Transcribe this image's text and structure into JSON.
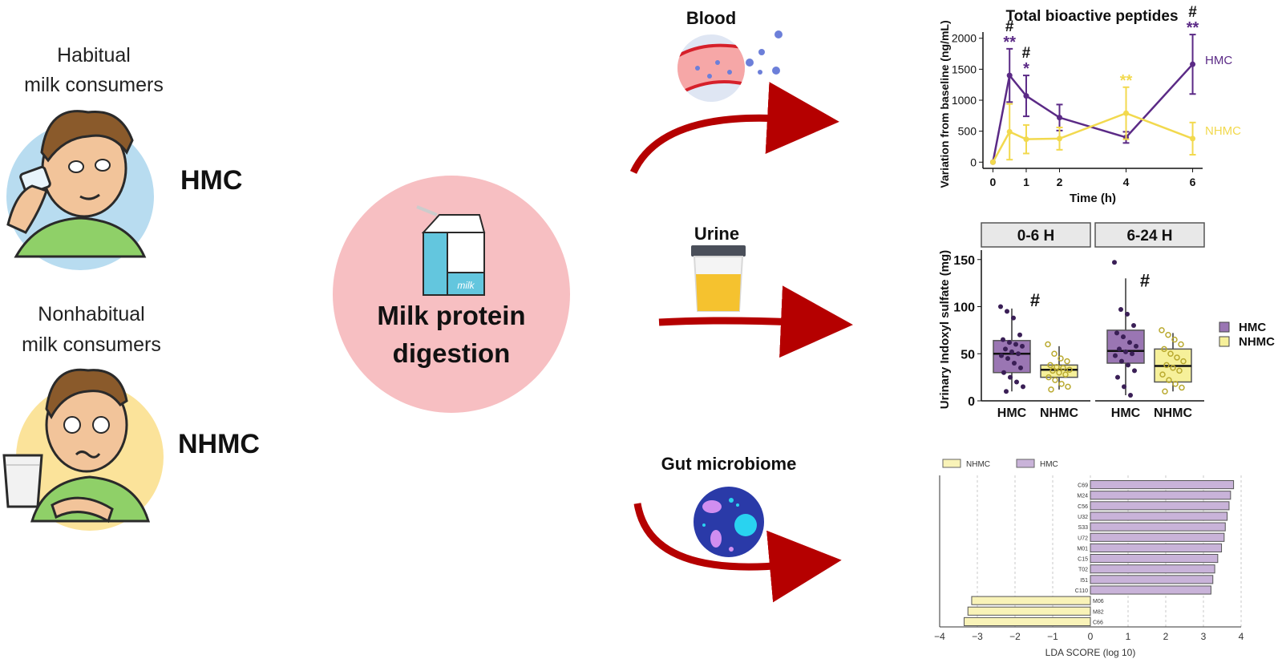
{
  "left": {
    "hmc_title_line1": "Habitual",
    "hmc_title_line2": "milk consumers",
    "hmc_abbr": "HMC",
    "nhmc_title_line1": "Nonhabitual",
    "nhmc_title_line2": "milk consumers",
    "nhmc_abbr": "NHMC"
  },
  "center": {
    "carton_text": "milk",
    "label_line1": "Milk protein",
    "label_line2": "digestion"
  },
  "compartments": {
    "blood": "Blood",
    "urine": "Urine",
    "gut": "Gut microbiome"
  },
  "colors": {
    "hmc": "#5b2a86",
    "nhmc": "#f2d94e",
    "hmc_box": "#9a76b3",
    "nhmc_box": "#f6f09a",
    "lda_hmc": "#c9b3d9",
    "lda_nhmc": "#f9f3b8",
    "arrow": "#b50000",
    "circle": "#f7bfc2"
  },
  "chart_data": [
    {
      "type": "line",
      "title": "Total bioactive peptides",
      "xlabel": "Time (h)",
      "ylabel": "Variation from baseline (ng/mL)",
      "xticks": [
        0,
        1,
        2,
        4,
        6
      ],
      "yticks": [
        0,
        500,
        1000,
        1500,
        2000
      ],
      "xlim": [
        -0.3,
        6.3
      ],
      "ylim": [
        -100,
        2100
      ],
      "series": [
        {
          "name": "HMC",
          "x": [
            0,
            0.5,
            1,
            2,
            4,
            6
          ],
          "y": [
            0,
            1400,
            1070,
            720,
            400,
            1580
          ],
          "err": [
            0,
            430,
            330,
            210,
            90,
            480
          ],
          "sig": [
            {
              "x": 0.5,
              "text": "**"
            },
            {
              "x": 1,
              "text": "*"
            },
            {
              "x": 6,
              "text": "**"
            }
          ]
        },
        {
          "name": "NHMC",
          "x": [
            0,
            0.5,
            1,
            2,
            4,
            6
          ],
          "y": [
            0,
            490,
            370,
            380,
            790,
            380
          ],
          "err": [
            0,
            450,
            230,
            180,
            420,
            260
          ],
          "sig": [
            {
              "x": 4,
              "text": "**"
            }
          ]
        }
      ],
      "between_group_marks": [
        {
          "x": 0.5,
          "text": "#"
        },
        {
          "x": 1,
          "text": "#"
        },
        {
          "x": 6,
          "text": "#"
        }
      ]
    },
    {
      "type": "box",
      "ylabel": "Urinary Indoxyl sulfate (mg)",
      "yticks": [
        0,
        50,
        100,
        150
      ],
      "ylim": [
        0,
        160
      ],
      "legend": [
        "HMC",
        "NHMC"
      ],
      "facets": [
        {
          "label": "0-6 H",
          "mark": "#",
          "groups": [
            {
              "name": "HMC",
              "q1": 30,
              "median": 50,
              "q3": 64,
              "whisker_low": 10,
              "whisker_high": 98,
              "points": [
                100,
                95,
                88,
                70,
                65,
                62,
                60,
                58,
                55,
                52,
                50,
                48,
                45,
                40,
                35,
                30,
                25,
                20,
                15,
                10
              ]
            },
            {
              "name": "NHMC",
              "q1": 25,
              "median": 33,
              "q3": 38,
              "whisker_low": 12,
              "whisker_high": 58,
              "points": [
                60,
                50,
                45,
                42,
                38,
                36,
                35,
                33,
                32,
                30,
                28,
                25,
                22,
                18,
                15,
                12
              ]
            }
          ]
        },
        {
          "label": "6-24 H",
          "mark": "#",
          "groups": [
            {
              "name": "HMC",
              "q1": 40,
              "median": 53,
              "q3": 75,
              "whisker_low": 6,
              "whisker_high": 130,
              "points": [
                147,
                97,
                92,
                80,
                72,
                68,
                62,
                58,
                55,
                52,
                50,
                48,
                42,
                38,
                32,
                25,
                15,
                6
              ]
            },
            {
              "name": "NHMC",
              "q1": 20,
              "median": 37,
              "q3": 55,
              "whisker_low": 10,
              "whisker_high": 72,
              "points": [
                75,
                70,
                65,
                60,
                55,
                50,
                46,
                42,
                38,
                35,
                32,
                28,
                22,
                18,
                14,
                10
              ]
            }
          ]
        }
      ],
      "categories": [
        "HMC",
        "NHMC"
      ]
    },
    {
      "type": "bar",
      "orientation": "horizontal",
      "xlabel": "LDA SCORE (log 10)",
      "xticks": [
        -4,
        -3,
        -2,
        -1,
        0,
        1,
        2,
        3,
        4
      ],
      "xlim": [
        -4,
        4
      ],
      "legend": [
        "NHMC",
        "HMC"
      ],
      "categories": [
        "C69",
        "M24",
        "C56",
        "U32",
        "S33",
        "U72",
        "M01",
        "C15",
        "T02",
        "I51",
        "C110",
        "M06",
        "M82",
        "C66"
      ],
      "values": [
        3.8,
        3.72,
        3.68,
        3.63,
        3.58,
        3.55,
        3.48,
        3.38,
        3.3,
        3.25,
        3.2,
        -3.15,
        -3.25,
        -3.35
      ],
      "groups": [
        "HMC",
        "HMC",
        "HMC",
        "HMC",
        "HMC",
        "HMC",
        "HMC",
        "HMC",
        "HMC",
        "HMC",
        "HMC",
        "NHMC",
        "NHMC",
        "NHMC"
      ]
    }
  ]
}
